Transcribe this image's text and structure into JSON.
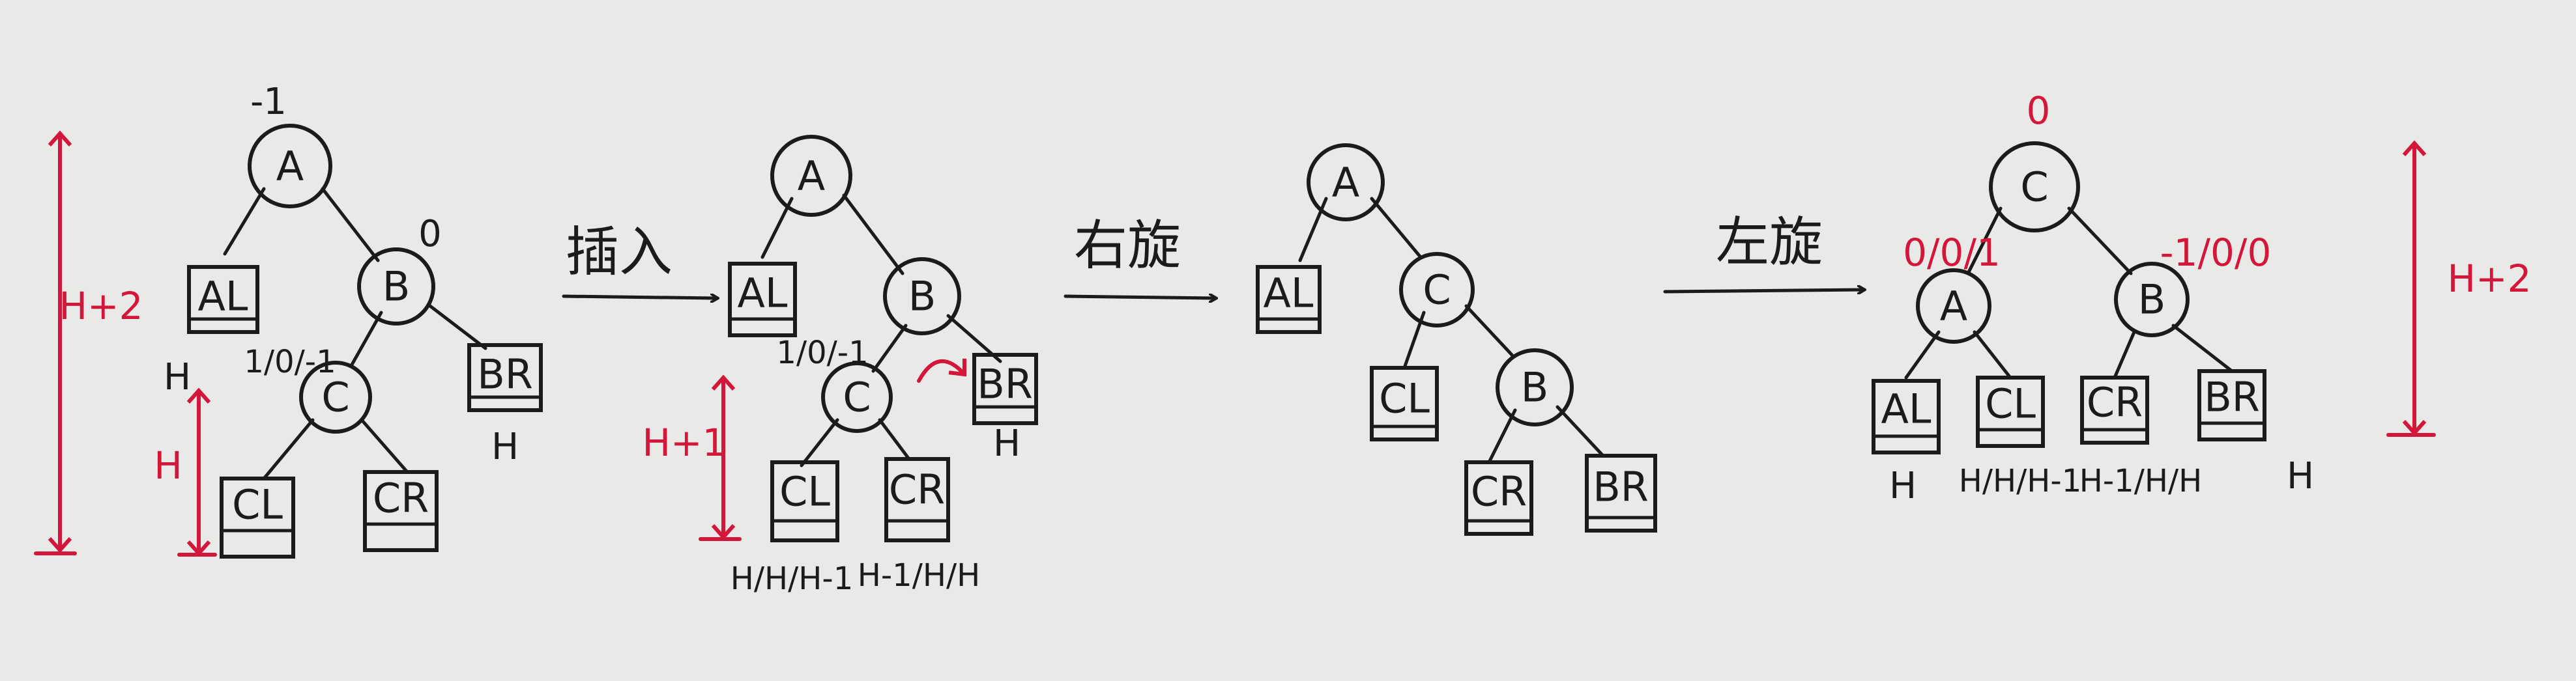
{
  "nodes": {
    "A": "A",
    "B": "B",
    "C": "C",
    "AL": "AL",
    "BR": "BR",
    "CL": "CL",
    "CR": "CR"
  },
  "steps": {
    "insert": "插入",
    "rotate_right": "右旋",
    "rotate_left": "左旋"
  },
  "labels": {
    "bf_a_initial": "-1",
    "bf_b_initial": "0",
    "bf_c_options": "1/0/-1",
    "bf_c_options_after_insert": "1/0/-1",
    "height_h": "H",
    "height_h_plus_1": "H+1",
    "height_h_plus_2": "H+2",
    "cl_heights": "H/H/H-1",
    "cr_heights": "H-1/H/H",
    "bf_root_final": "0",
    "bf_left_final": "0/0/1",
    "bf_right_final": "-1/0/0"
  },
  "colors": {
    "ink": "#1b1b1b",
    "annotation": "#d3173b",
    "paper": "#e9e9e7"
  }
}
